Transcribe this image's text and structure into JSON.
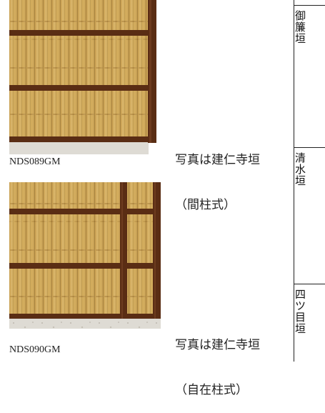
{
  "products": [
    {
      "caption_line1": "写真は建仁寺垣",
      "caption_line2": "（間柱式）",
      "code": "NDS089GM"
    },
    {
      "caption_line1": "写真は建仁寺垣",
      "caption_line2": "（自在柱式）",
      "code": "NDS090GM"
    }
  ],
  "side_table": {
    "cells": [
      "御簾垣",
      "清水垣",
      "四ツ目垣"
    ]
  },
  "colors": {
    "bamboo": "#d9b364",
    "frame": "#5a2d14",
    "stone": "#dedbd4",
    "border": "#222222"
  }
}
